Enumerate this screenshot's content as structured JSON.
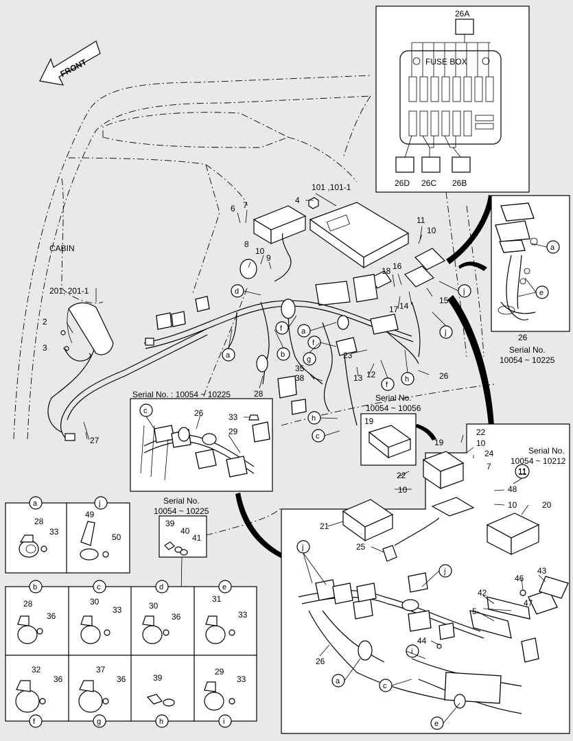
{
  "front_label": "FRONT",
  "cabin_label": "CABIN",
  "fuse_box": {
    "label": "FUSE  BOX",
    "fuses": [
      "26A",
      "26D",
      "26C",
      "26B"
    ]
  },
  "callouts": {
    "c101": "101 ,101-1",
    "c4": "4",
    "c6": "6",
    "c7": "7",
    "c8": "8",
    "c10a": "10",
    "c9": "9",
    "c11": "11",
    "c10b": "10",
    "c16": "16",
    "c18": "18",
    "c17": "17",
    "c14": "14",
    "c15": "15",
    "c201": "201, 201-1",
    "c2": "2",
    "c3": "3",
    "c27": "27",
    "c28": "28",
    "c35": "35",
    "c38": "38",
    "c23": "23",
    "c13": "13",
    "c12": "12",
    "c26a": "26",
    "c26b": "26",
    "c26c": "26",
    "c26d": "26",
    "c33": "33",
    "c29": "29",
    "c19a": "19",
    "c19b": "19",
    "c22a": "22",
    "c10c": "10",
    "c24": "24",
    "c7b": "7",
    "c22b": "22",
    "c10d": "10",
    "c21": "21",
    "c25": "25",
    "c48": "48",
    "c10e": "10",
    "c20": "20",
    "c11b": "11",
    "c46": "46",
    "c43": "43",
    "c47": "47",
    "c42": "42",
    "c5": "5",
    "c44": "44",
    "c39": "39",
    "c40": "40",
    "c41": "41"
  },
  "letters": [
    "a",
    "b",
    "c",
    "d",
    "e",
    "f",
    "g",
    "h",
    "i",
    "j"
  ],
  "serial_notes": {
    "s1": "Serial No. : 10054 ~ 10225",
    "s2_line1": "Serial No.",
    "s2_line2": "10054 ~ 10056",
    "s3_line1": "Serial No.",
    "s3_line2": "10054 ~ 10225",
    "s4_line1": "Serial No.",
    "s4_line2": "10054 ~ 10212",
    "s5_line1": "Serial No.",
    "s5_line2": "10054 ~ 10225"
  },
  "clamp_details": [
    {
      "letter": "a",
      "parts": [
        "28",
        "33"
      ]
    },
    {
      "letter": "j",
      "parts": [
        "49",
        "50"
      ]
    },
    {
      "letter": "b",
      "parts": [
        "28",
        "36"
      ]
    },
    {
      "letter": "c",
      "parts": [
        "30",
        "33"
      ]
    },
    {
      "letter": "d",
      "parts": [
        "30",
        "36"
      ]
    },
    {
      "letter": "e",
      "parts": [
        "31",
        "33"
      ]
    },
    {
      "letter": "f",
      "parts": [
        "32",
        "36"
      ]
    },
    {
      "letter": "g",
      "parts": [
        "37",
        "36"
      ]
    },
    {
      "letter": "h",
      "parts": [
        "39"
      ]
    },
    {
      "letter": "i",
      "parts": [
        "29",
        "33"
      ]
    }
  ]
}
